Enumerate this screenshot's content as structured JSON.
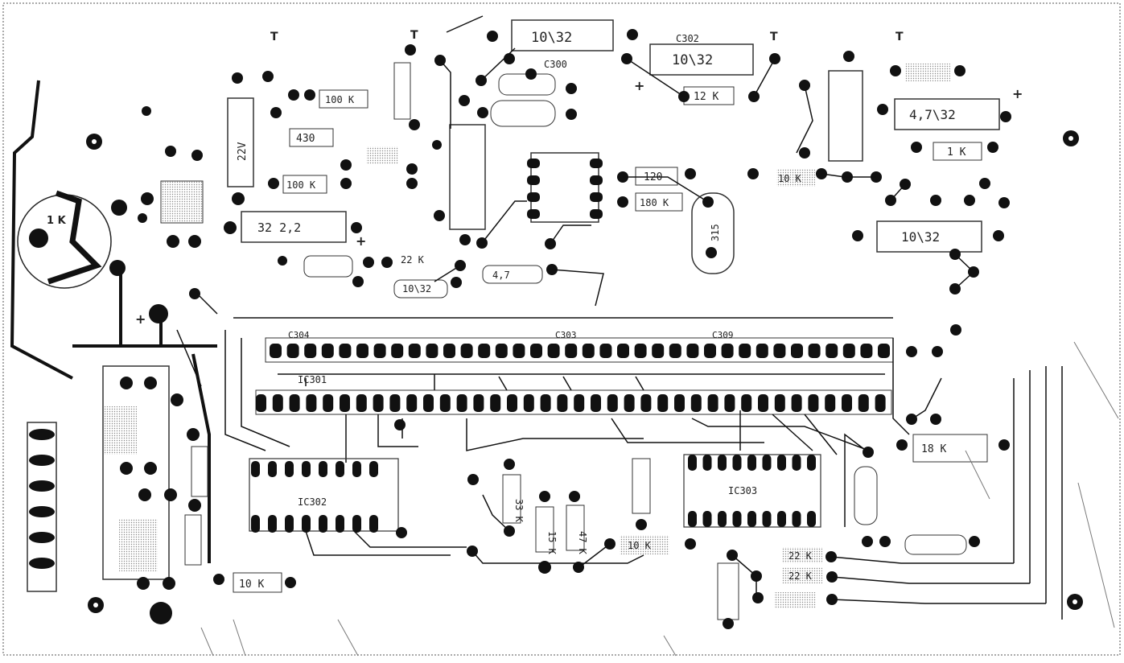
{
  "diagram": {
    "colors": {
      "ink": "#111111",
      "screen": "#9a9a9a",
      "background": "#ffffff"
    },
    "labels": {
      "c_top1": "10\\32",
      "c_top2": "C302",
      "c_top3": "10\\32",
      "c_top4": "C300",
      "r_12k": "12 K",
      "r_10k_bl": "10 K",
      "r_10k_tr": "10 K",
      "r_1k_left": "1 K",
      "r_1k_right": "1 K",
      "r_100k": "100 K",
      "r_100k2": "100 K",
      "r_120": "120",
      "r_180k": "180 K",
      "r_430": "430",
      "r_22k": "22 K",
      "r_22v": "22V",
      "c_mid1": "32 2,2",
      "c_mid2": "4,7\\32",
      "c_mid3": "10\\32",
      "c_mid4": "10\\32",
      "c_315": "315",
      "c_pf": "4,7",
      "r_33k": "33 K",
      "r_15k": "15 K",
      "r_47k": "47 K",
      "r_10k_mid": "10 K",
      "r_22k_br1": "22 K",
      "r_22k_br2": "22 K",
      "r_18k": "18 K",
      "bus1": "C304",
      "bus2": "C303",
      "bus3": "C309",
      "ic_a": "IC301",
      "ic_b": "IC302",
      "ic_c": "IC303",
      "plus": "+",
      "t_mark": "T"
    }
  }
}
